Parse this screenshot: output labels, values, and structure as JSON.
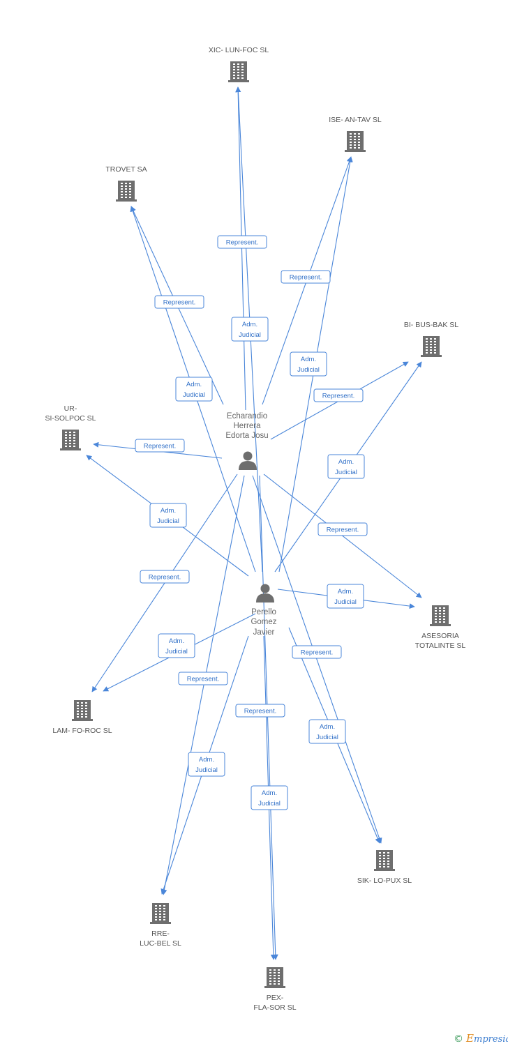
{
  "companies": [
    {
      "id": "xic",
      "label_lines": [
        "XIC- LUN-FOC SL"
      ]
    },
    {
      "id": "ise",
      "label_lines": [
        "ISE- AN-TAV SL"
      ]
    },
    {
      "id": "trovet",
      "label_lines": [
        "TROVET SA"
      ]
    },
    {
      "id": "bibus",
      "label_lines": [
        "BI- BUS-BAK SL"
      ]
    },
    {
      "id": "ursi",
      "label_lines": [
        "UR-",
        "SI-SOLPOC SL"
      ]
    },
    {
      "id": "asesoria",
      "label_lines": [
        "ASESORIA",
        "TOTALINTE SL"
      ]
    },
    {
      "id": "lamfo",
      "label_lines": [
        "LAM- FO-ROC SL"
      ]
    },
    {
      "id": "siklo",
      "label_lines": [
        "SIK- LO-PUX SL"
      ]
    },
    {
      "id": "rreluc",
      "label_lines": [
        "RRE-",
        "LUC-BEL SL"
      ]
    },
    {
      "id": "pexfla",
      "label_lines": [
        "PEX-",
        "FLA-SOR SL"
      ]
    }
  ],
  "persons": [
    {
      "id": "echarandio",
      "label_lines": [
        "Echarandio",
        "Herrera",
        "Edorta Josu"
      ]
    },
    {
      "id": "perello",
      "label_lines": [
        "Perello",
        "Gomez",
        "Javier"
      ]
    }
  ],
  "edges": [
    {
      "from": "echarandio",
      "to": "xic",
      "label_lines": [
        "Represent."
      ]
    },
    {
      "from": "perello",
      "to": "xic",
      "label_lines": [
        "Adm.",
        "Judicial"
      ]
    },
    {
      "from": "echarandio",
      "to": "ise",
      "label_lines": [
        "Represent."
      ]
    },
    {
      "from": "perello",
      "to": "ise",
      "label_lines": [
        "Adm.",
        "Judicial"
      ]
    },
    {
      "from": "echarandio",
      "to": "trovet",
      "label_lines": [
        "Represent."
      ]
    },
    {
      "from": "perello",
      "to": "trovet",
      "label_lines": [
        "Adm.",
        "Judicial"
      ]
    },
    {
      "from": "echarandio",
      "to": "bibus",
      "label_lines": [
        "Represent."
      ]
    },
    {
      "from": "perello",
      "to": "bibus",
      "label_lines": [
        "Adm.",
        "Judicial"
      ]
    },
    {
      "from": "echarandio",
      "to": "ursi",
      "label_lines": [
        "Represent."
      ]
    },
    {
      "from": "perello",
      "to": "ursi",
      "label_lines": [
        "Adm.",
        "Judicial"
      ]
    },
    {
      "from": "echarandio",
      "to": "asesoria",
      "label_lines": [
        "Represent."
      ]
    },
    {
      "from": "perello",
      "to": "asesoria",
      "label_lines": [
        "Adm.",
        "Judicial"
      ]
    },
    {
      "from": "echarandio",
      "to": "lamfo",
      "label_lines": [
        "Represent."
      ]
    },
    {
      "from": "perello",
      "to": "lamfo",
      "label_lines": [
        "Adm.",
        "Judicial"
      ]
    },
    {
      "from": "perello",
      "to": "siklo",
      "label_lines": [
        "Represent."
      ]
    },
    {
      "from": "echarandio",
      "to": "siklo",
      "label_lines": [
        "Adm.",
        "Judicial"
      ]
    },
    {
      "from": "echarandio",
      "to": "rreluc",
      "label_lines": [
        "Represent."
      ]
    },
    {
      "from": "perello",
      "to": "rreluc",
      "label_lines": [
        "Adm.",
        "Judicial"
      ]
    },
    {
      "from": "perello",
      "to": "pexfla",
      "label_lines": [
        "Represent."
      ]
    },
    {
      "from": "echarandio",
      "to": "pexfla",
      "label_lines": [
        "Adm.",
        "Judicial"
      ]
    }
  ],
  "footer": {
    "copyright_symbol": "©",
    "brand_initial": "E",
    "brand_rest": "mpresia"
  },
  "colors": {
    "edge": "#4a86d9",
    "icon": "#6e6e6e",
    "label_text": "#555555"
  }
}
